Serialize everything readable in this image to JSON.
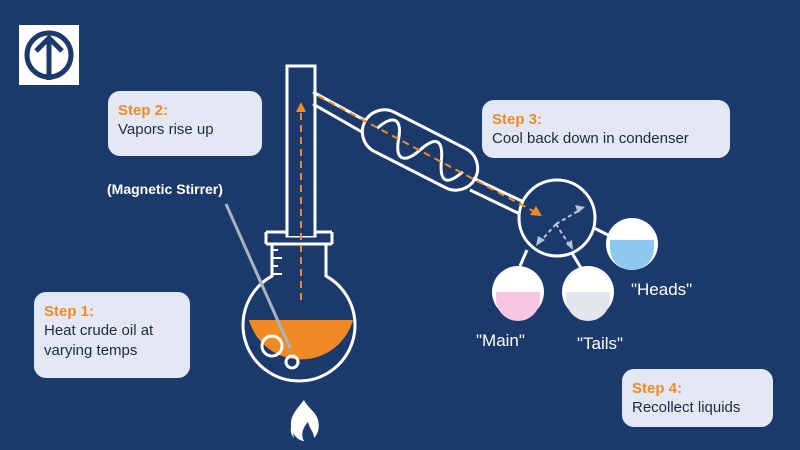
{
  "colors": {
    "background": "#1b3a6b",
    "accent": "#f08a24",
    "card": "#e4e8f5",
    "glass": "#ffffff",
    "main_liquid": "#f7c6e3",
    "tails_liquid": "#e3e6ea",
    "heads_liquid": "#8cc8f0"
  },
  "logo": {
    "icon": "arrow-up-logo-icon"
  },
  "steps": [
    {
      "title": "Step 1:",
      "text": "Heat crude oil at varying temps"
    },
    {
      "title": "Step 2:",
      "text": "Vapors rise up"
    },
    {
      "title": "Step 3:",
      "text": "Cool back down in condenser"
    },
    {
      "title": "Step 4:",
      "text": "Recollect liquids"
    }
  ],
  "labels": {
    "stirrer": "(Magnetic Stirrer)",
    "main": "\"Main\"",
    "tails": "\"Tails\"",
    "heads": "\"Heads\""
  },
  "icons": {
    "flame": "flame-icon",
    "flask": "round-bottom-flask",
    "condenser": "condenser-coil",
    "receiver": "receiving-flask"
  }
}
